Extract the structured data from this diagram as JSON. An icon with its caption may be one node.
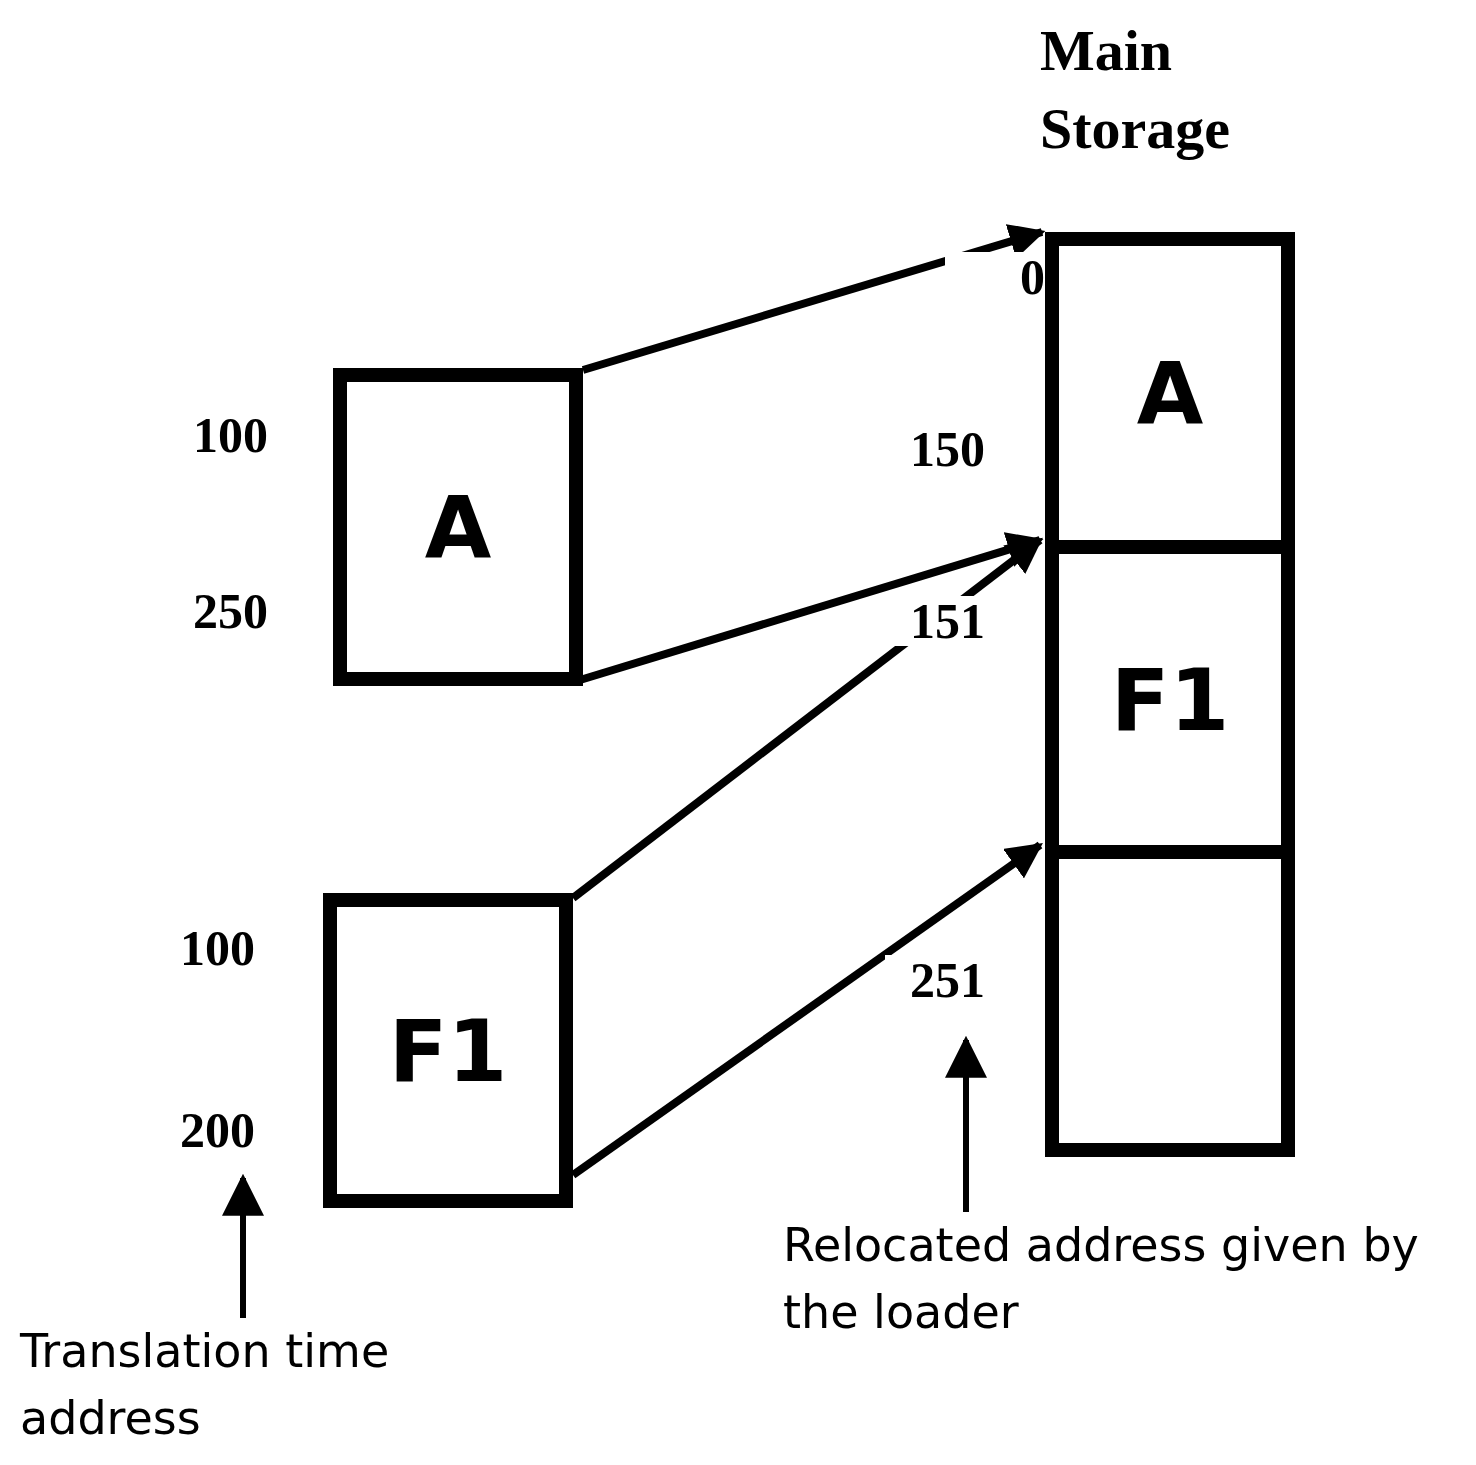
{
  "diagram": {
    "nodes": [
      {
        "text": [
          "Main Storage"
        ]
      },
      {
        "text": [
          "A"
        ],
        "in": 0,
        "beside": [
          "0",
          "150"
        ]
      },
      {
        "text": [
          "F1"
        ],
        "in": 0,
        "beside": [
          "151"
        ]
      },
      {
        "text": [],
        "shape": "box",
        "in": 0,
        "beside": [
          "251"
        ]
      },
      {
        "text": [
          "A"
        ],
        "beside": [
          "100",
          "250"
        ]
      },
      {
        "text": [
          "F1"
        ],
        "beside": [
          "100",
          "200"
        ]
      },
      {
        "text": [
          "Translation time address"
        ]
      },
      {
        "text": [
          "Relocated address given by the loader"
        ]
      }
    ],
    "edges": [
      {
        "from": 4,
        "to": 1,
        "arrow": "to"
      },
      {
        "from": 4,
        "to": 2,
        "arrow": "to"
      },
      {
        "from": 5,
        "to": 2,
        "arrow": "to"
      },
      {
        "from": 5,
        "to": 3,
        "arrow": "to"
      },
      {
        "from": 6,
        "to": 5,
        "arrow": "to"
      },
      {
        "from": 7,
        "to": 3,
        "arrow": "to"
      }
    ]
  }
}
